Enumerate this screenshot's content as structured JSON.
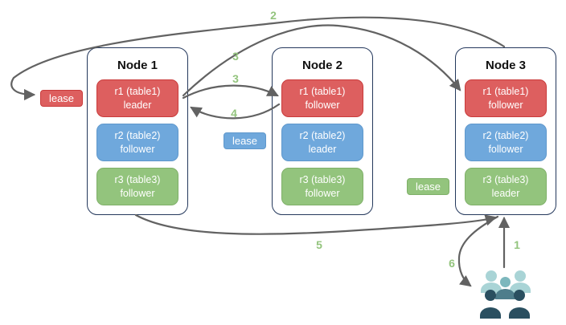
{
  "colors": {
    "arrow": "#626262",
    "step_label": "#93c47d",
    "node_border": "#24385c",
    "red_fill": "#dd5f5f",
    "red_border": "#c93b3b",
    "blue_fill": "#6fa8dc",
    "blue_border": "#5f98cc",
    "green_fill": "#93c47d",
    "green_border": "#7fb069",
    "users_light": "#a9d4d6",
    "users_mid_head": "#7db7bd",
    "users_mid_body": "#4e7d8b",
    "users_dark": "#2a4f60"
  },
  "nodes": [
    {
      "title": "Node 1",
      "replicas": [
        {
          "label": "r1 (table1)",
          "role": "leader",
          "color": "red"
        },
        {
          "label": "r2 (table2)",
          "role": "follower",
          "color": "blue"
        },
        {
          "label": "r3 (table3)",
          "role": "follower",
          "color": "green"
        }
      ]
    },
    {
      "title": "Node 2",
      "replicas": [
        {
          "label": "r1 (table1)",
          "role": "follower",
          "color": "red"
        },
        {
          "label": "r2 (table2)",
          "role": "leader",
          "color": "blue"
        },
        {
          "label": "r3 (table3)",
          "role": "follower",
          "color": "green"
        }
      ]
    },
    {
      "title": "Node 3",
      "replicas": [
        {
          "label": "r1 (table1)",
          "role": "follower",
          "color": "red"
        },
        {
          "label": "r2 (table2)",
          "role": "follower",
          "color": "blue"
        },
        {
          "label": "r3 (table3)",
          "role": "leader",
          "color": "green"
        }
      ]
    }
  ],
  "lease_labels": {
    "red": {
      "text": "lease"
    },
    "blue": {
      "text": "lease"
    },
    "green": {
      "text": "lease"
    }
  },
  "steps": {
    "s1": "1",
    "s2": "2",
    "s3a": "3",
    "s3b": "3",
    "s4": "4",
    "s5": "5",
    "s6": "6"
  },
  "icons": {
    "users_group": "group-of-users"
  }
}
